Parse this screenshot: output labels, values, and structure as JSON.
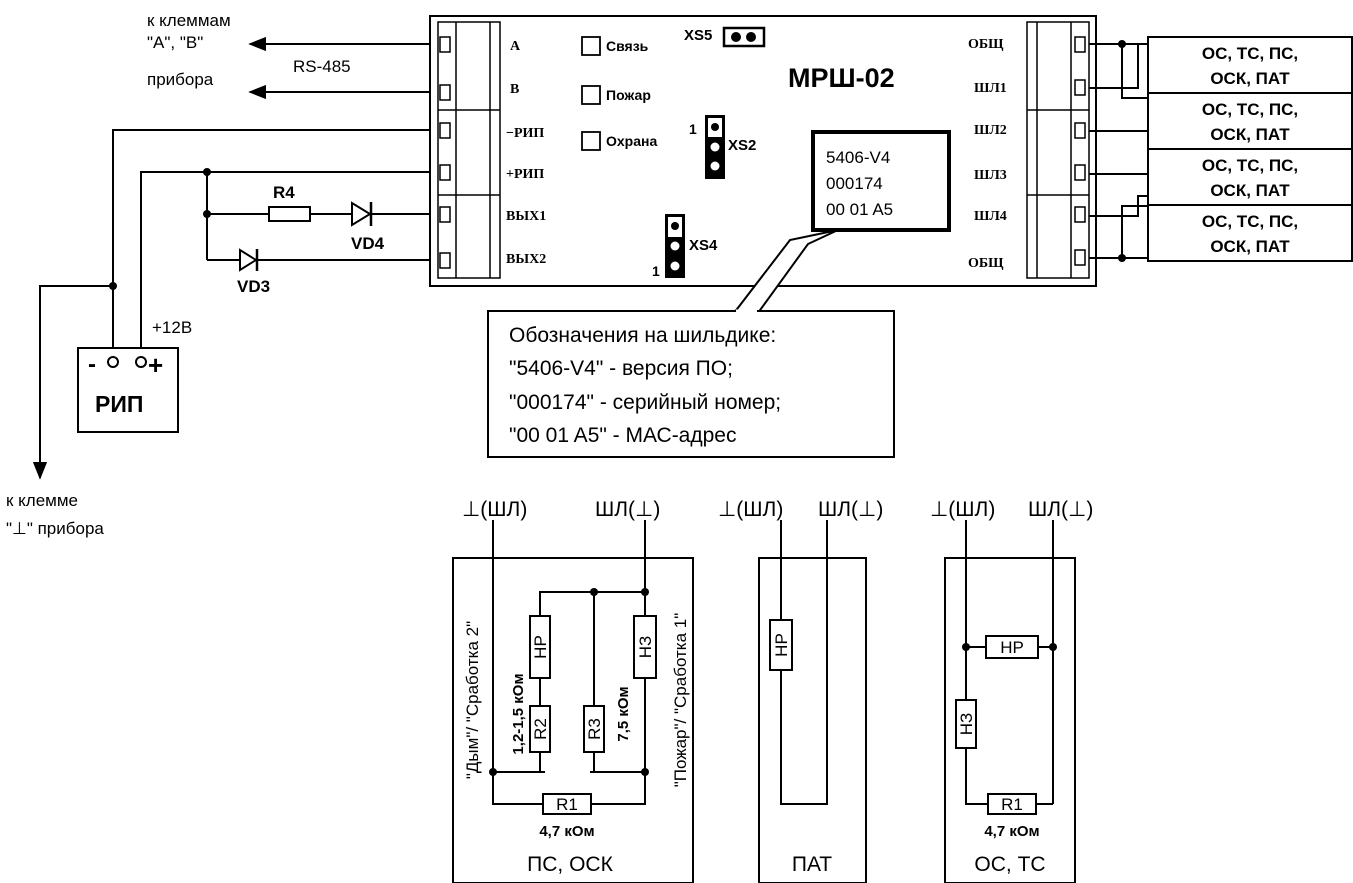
{
  "left": {
    "to_terminals_line1": "к клеммам",
    "to_terminals_line2": "\"A\", \"B\"",
    "to_terminals_line3": "прибора",
    "rs485": "RS-485",
    "r4": "R4",
    "vd4": "VD4",
    "vd3": "VD3",
    "plus12": "+12В",
    "psu_minus": "-",
    "psu_plus": "+",
    "psu_name": "РИП",
    "ground_line1": "к клемме",
    "ground_line2": "\"⊥\" прибора"
  },
  "module": {
    "title": "МРШ-02",
    "pins_left": [
      "А",
      "В",
      "−РИП",
      "+РИП",
      "ВЫХ1",
      "ВЫХ2"
    ],
    "pins_right": [
      "ОБЩ",
      "ШЛ1",
      "ШЛ2",
      "ШЛ3",
      "ШЛ4",
      "ОБЩ"
    ],
    "leds": [
      "Связь",
      "Пожар",
      "Охрана"
    ],
    "xs5": "XS5",
    "xs2": "XS2",
    "xs4": "XS4",
    "pin1": "1",
    "nameplate": [
      "5406-V4",
      "000174",
      "00 01 A5"
    ]
  },
  "loop_types": [
    "ОС, ТС, ПС,",
    "ОСК, ПАТ"
  ],
  "callout": [
    "Обозначения на шильдике:",
    "\"5406-V4\" - версия ПО;",
    "\"000174\" - серийный номер;",
    "\"00 01 A5\" - МАС-адрес"
  ],
  "terminals": {
    "gnd_loop": "⊥(ШЛ)",
    "loop_gnd": "ШЛ(⊥)"
  },
  "ps_osk": {
    "r1_value": "4,7 кОм",
    "r2_value": "1,2-1,5 кОм",
    "r3_value": "7,5 кОм",
    "left_note": "\"Дым\"/ \"Сработка 2\"",
    "right_note": "\"Пожар\"/ \"Сработка 1\"",
    "caption": "ПС, ОСК"
  },
  "pat": {
    "caption": "ПАТ"
  },
  "os_ts": {
    "r1_value": "4,7 кОм",
    "caption": "ОС, ТС"
  },
  "components": {
    "no": "НР",
    "nc": "НЗ",
    "r1": "R1",
    "r2": "R2",
    "r3": "R3"
  }
}
